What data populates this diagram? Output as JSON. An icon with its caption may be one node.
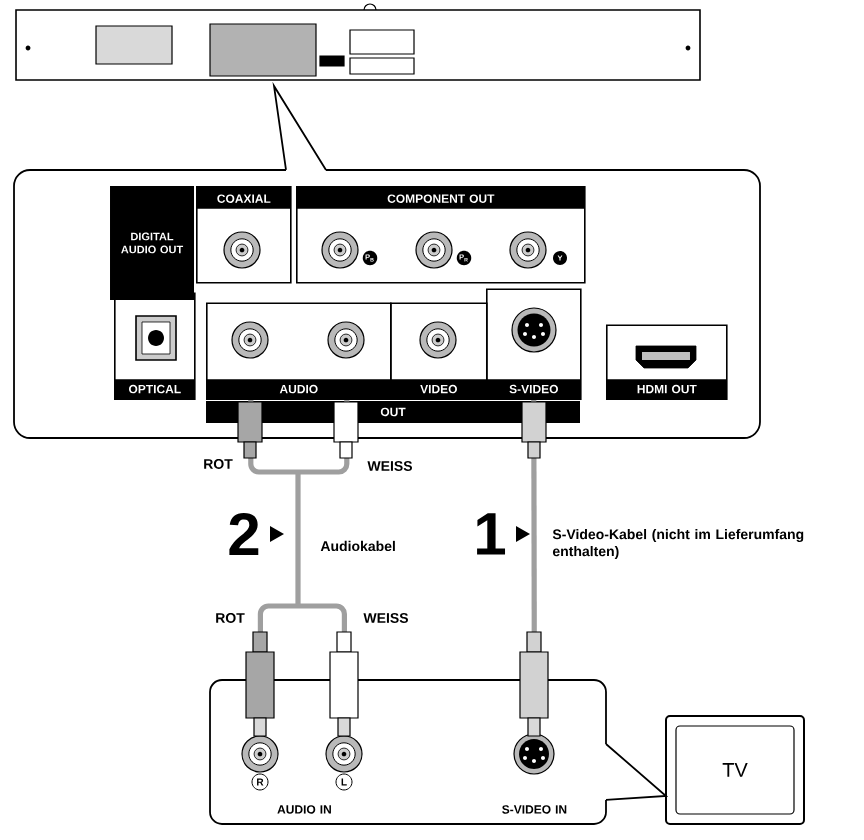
{
  "diagram": {
    "nodes": [
      {
        "text": [
          "COAXIAL"
        ]
      },
      {
        "text": [
          "COMPONENT OUT"
        ]
      },
      {
        "text": [
          "OPTICAL"
        ]
      },
      {
        "text": [
          "AUDIO"
        ]
      },
      {
        "text": [
          "VIDEO"
        ]
      },
      {
        "text": [
          "S-VIDEO"
        ]
      },
      {
        "text": [
          "HDMI OUT"
        ]
      },
      {
        "text": [
          "AUDIO IN"
        ]
      },
      {
        "text": [
          "S-VIDEO IN"
        ]
      },
      {
        "text": [
          "TV"
        ]
      }
    ],
    "edges": [
      {
        "from": 3,
        "to": 7,
        "arrow": "none",
        "label": "Audiokabel"
      },
      {
        "from": 5,
        "to": 8,
        "arrow": "none",
        "label": "S-Video-Kabel (nicht im Lieferumfang enthalten)"
      }
    ],
    "labels": [
      "DIGITAL AUDIO OUT",
      "P$_{B}$",
      "P$_{R}$",
      "Y",
      "OUT",
      "ROT",
      "WEISS",
      "2",
      "1",
      "ROT",
      "WEISS",
      "R",
      "L"
    ]
  }
}
